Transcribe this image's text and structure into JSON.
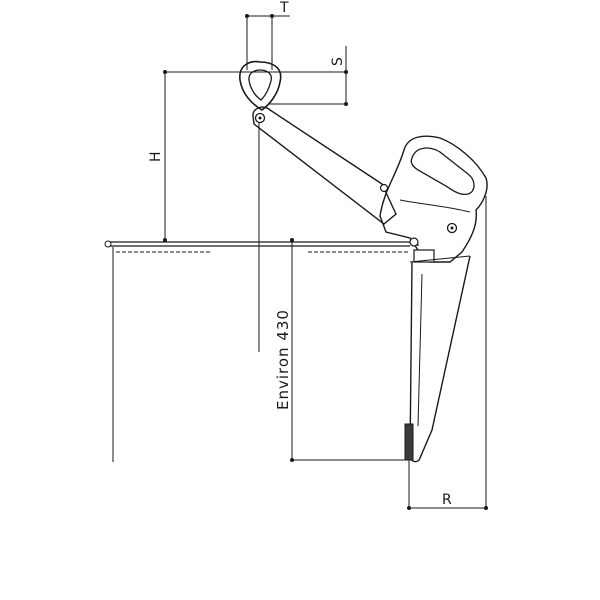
{
  "diagram": {
    "dimension_labels": {
      "t": "T",
      "s": "S",
      "h": "H",
      "r": "R",
      "environ": "Environ 430"
    },
    "colors": {
      "line": "#1a1a1a",
      "background": "#ffffff"
    }
  }
}
